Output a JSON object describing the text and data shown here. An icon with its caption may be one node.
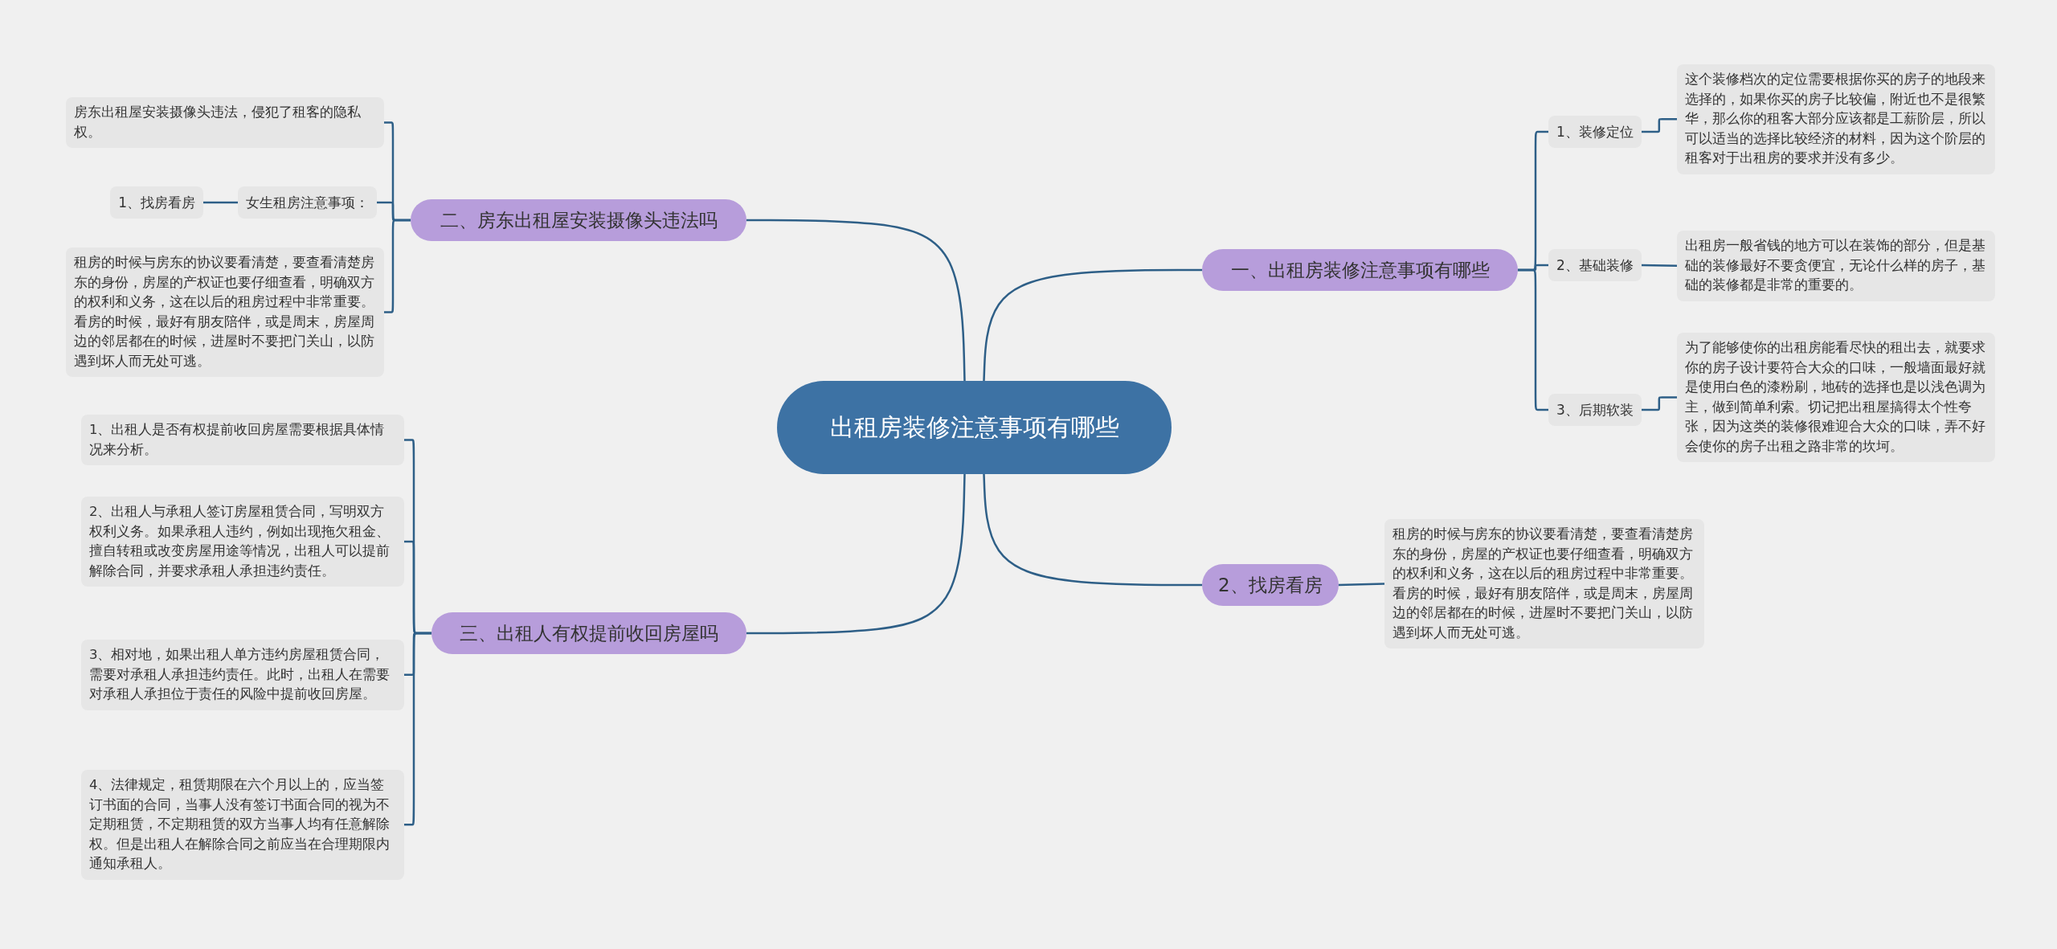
{
  "diagram": {
    "nodes": [
      {
        "text": [
          "出租房装修注意事项有哪些"
        ]
      },
      {
        "text": [
          "一、出租房装修注意事项有哪些"
        ]
      },
      {
        "text": [
          "1、装修定位"
        ]
      },
      {
        "text": [
          "这个装修档次的定位需要根据你买的房子的地段来选择的，如果你买的房子比较偏，附近也不是很繁华，那么你的租客大部分应该都是工薪阶层，所以可以适当的选择比较经济的材料，因为这个阶层的租客对于出租房的要求并没有多少。"
        ]
      },
      {
        "text": [
          "2、基础装修"
        ]
      },
      {
        "text": [
          "出租房一般省钱的地方可以在装饰的部分，但是基础的装修最好不要贪便宜，无论什么样的房子，基础的装修都是非常的重要的。"
        ]
      },
      {
        "text": [
          "3、后期软装"
        ]
      },
      {
        "text": [
          "为了能够使你的出租房能看尽快的租出去，就要求你的房子设计要符合大众的口味，一般墙面最好就是使用白色的漆粉刷，地砖的选择也是以浅色调为主，做到简单利索。切记把出租屋搞得太个性夸张，因为这类的装修很难迎合大众的口味，弄不好会使你的房子出租之路非常的坎坷。"
        ]
      },
      {
        "text": [
          "2、找房看房"
        ]
      },
      {
        "text": [
          "租房的时候与房东的协议要看清楚，要查看清楚房东的身份，房屋的产权证也要仔细查看，明确双方的权利和义务，这在以后的租房过程中非常重要。看房的时候，最好有朋友陪伴，或是周末，房屋周边的邻居都在的时候，进屋时不要把门关山，以防遇到坏人而无处可逃。"
        ]
      },
      {
        "text": [
          "二、房东出租屋安装摄像头违法吗"
        ]
      },
      {
        "text": [
          "房东出租屋安装摄像头违法，侵犯了租客的隐私权。"
        ]
      },
      {
        "text": [
          "女生租房注意事项："
        ]
      },
      {
        "text": [
          "1、找房看房"
        ]
      },
      {
        "text": [
          "租房的时候与房东的协议要看清楚，要查看清楚房东的身份，房屋的产权证也要仔细查看，明确双方的权利和义务，这在以后的租房过程中非常重要。看房的时候，最好有朋友陪伴，或是周末，房屋周边的邻居都在的时候，进屋时不要把门关山，以防遇到坏人而无处可逃。"
        ]
      },
      {
        "text": [
          "三、出租人有权提前收回房屋吗"
        ]
      },
      {
        "text": [
          "1、出租人是否有权提前收回房屋需要根据具体情况来分析。"
        ]
      },
      {
        "text": [
          "2、出租人与承租人签订房屋租赁合同，写明双方权利义务。如果承租人违约，例如出现拖欠租金、擅自转租或改变房屋用途等情况，出租人可以提前解除合同，并要求承租人承担违约责任。"
        ]
      },
      {
        "text": [
          "3、相对地，如果出租人单方违约房屋租赁合同，需要对承租人承担违约责任。此时，出租人在需要对承租人承担位于责任的风险中提前收回房屋。"
        ]
      },
      {
        "text": [
          "4、法律规定，租赁期限在六个月以上的，应当签订书面的合同，当事人没有签订书面合同的视为不定期租赁，不定期租赁的双方当事人均有任意解除权。但是出租人在解除合同之前应当在合理期限内通知承租人。"
        ]
      }
    ],
    "edges": [
      {
        "from": 0,
        "to": 1,
        "arrow": "none"
      },
      {
        "from": 0,
        "to": 8,
        "arrow": "none"
      },
      {
        "from": 0,
        "to": 10,
        "arrow": "none"
      },
      {
        "from": 0,
        "to": 15,
        "arrow": "none"
      },
      {
        "from": 1,
        "to": 2,
        "arrow": "none"
      },
      {
        "from": 1,
        "to": 4,
        "arrow": "none"
      },
      {
        "from": 1,
        "to": 6,
        "arrow": "none"
      },
      {
        "from": 2,
        "to": 3,
        "arrow": "none"
      },
      {
        "from": 4,
        "to": 5,
        "arrow": "none"
      },
      {
        "from": 6,
        "to": 7,
        "arrow": "none"
      },
      {
        "from": 8,
        "to": 9,
        "arrow": "none"
      },
      {
        "from": 10,
        "to": 11,
        "arrow": "none"
      },
      {
        "from": 10,
        "to": 12,
        "arrow": "none"
      },
      {
        "from": 10,
        "to": 14,
        "arrow": "none"
      },
      {
        "from": 12,
        "to": 13,
        "arrow": "none"
      },
      {
        "from": 15,
        "to": 16,
        "arrow": "none"
      },
      {
        "from": 15,
        "to": 17,
        "arrow": "none"
      },
      {
        "from": 15,
        "to": 18,
        "arrow": "none"
      },
      {
        "from": 15,
        "to": 19,
        "arrow": "none"
      }
    ]
  }
}
